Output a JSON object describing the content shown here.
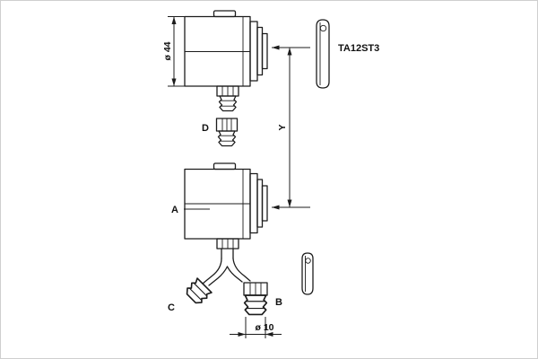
{
  "diagram": {
    "model_label": "TA12ST3",
    "part_labels": {
      "a": "A",
      "b": "B",
      "c": "C",
      "d": "D"
    },
    "dimensions": {
      "top_diameter": "ø 44",
      "center_distance": "Y",
      "outlet_diameter": "ø 10"
    }
  },
  "colors": {
    "line": "#1c1c1c",
    "text": "#111111",
    "background": "#ffffff",
    "border": "#cfcfcf"
  }
}
